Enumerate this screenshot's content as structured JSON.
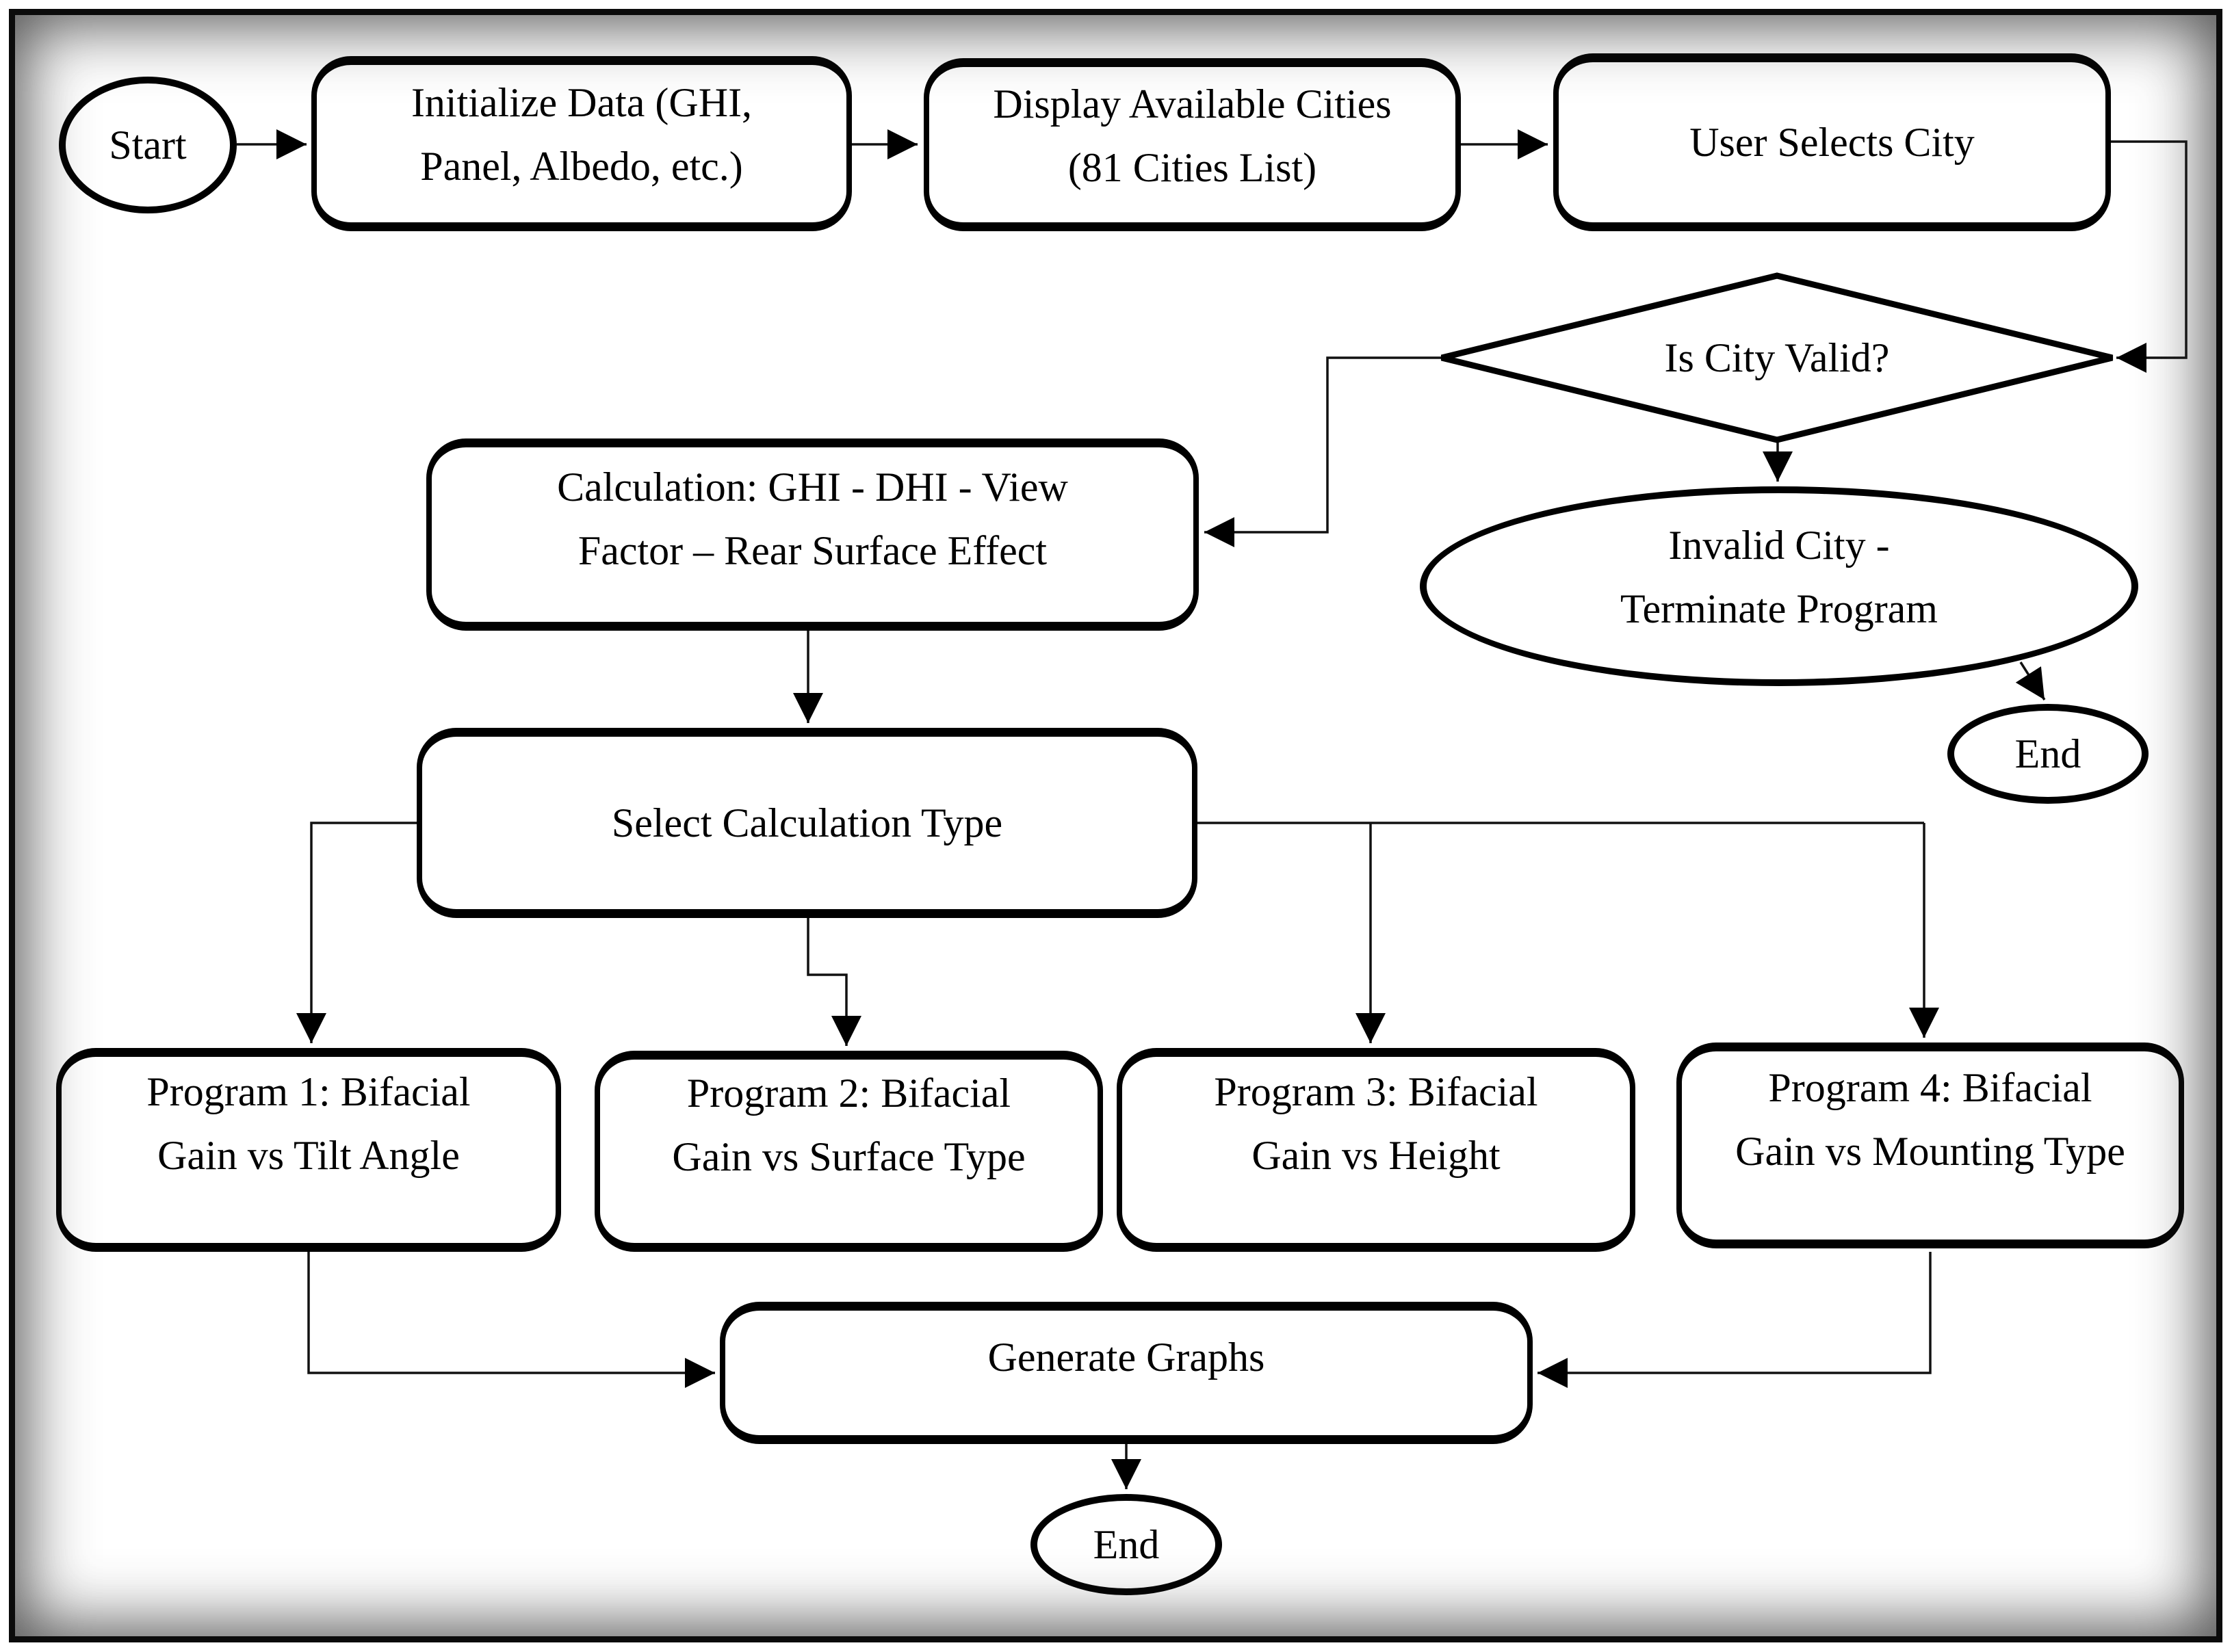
{
  "diagram_type": "flowchart",
  "colors": {
    "stroke": "#000000",
    "background": "#ffffff",
    "connector": "#111111"
  },
  "nodes": {
    "start": {
      "shape": "ellipse",
      "label": "Start"
    },
    "initialize": {
      "shape": "rounded-rect",
      "label": "Initialize Data (GHI,\nPanel, Albedo, etc.)"
    },
    "display": {
      "shape": "rounded-rect",
      "label": "Display Available Cities\n(81 Cities List)"
    },
    "select_city": {
      "shape": "rounded-rect",
      "label": "User Selects City"
    },
    "is_valid": {
      "shape": "diamond",
      "label": "Is City Valid?"
    },
    "calculation": {
      "shape": "rounded-rect",
      "label": "Calculation: GHI - DHI - View\nFactor – Rear Surface Effect"
    },
    "invalid": {
      "shape": "ellipse",
      "label": "Invalid City -\nTerminate Program"
    },
    "end_top": {
      "shape": "ellipse",
      "label": "End"
    },
    "select_type": {
      "shape": "rounded-rect",
      "label": "Select Calculation Type"
    },
    "program1": {
      "shape": "rounded-rect",
      "label": "Program 1: Bifacial\nGain vs Tilt Angle"
    },
    "program2": {
      "shape": "rounded-rect",
      "label": "Program 2: Bifacial\nGain vs Surface Type"
    },
    "program3": {
      "shape": "rounded-rect",
      "label": "Program 3: Bifacial\nGain vs Height"
    },
    "program4": {
      "shape": "rounded-rect",
      "label": "Program 4: Bifacial\nGain vs Mounting Type"
    },
    "generate": {
      "shape": "rounded-rect",
      "label": "Generate Graphs"
    },
    "end_bottom": {
      "shape": "ellipse",
      "label": "End"
    }
  },
  "edges": [
    {
      "from": "start",
      "to": "initialize"
    },
    {
      "from": "initialize",
      "to": "display"
    },
    {
      "from": "display",
      "to": "select_city"
    },
    {
      "from": "select_city",
      "to": "is_valid"
    },
    {
      "from": "is_valid",
      "to": "calculation"
    },
    {
      "from": "is_valid",
      "to": "invalid"
    },
    {
      "from": "invalid",
      "to": "end_top"
    },
    {
      "from": "calculation",
      "to": "select_type"
    },
    {
      "from": "select_type",
      "to": "program1"
    },
    {
      "from": "select_type",
      "to": "program2"
    },
    {
      "from": "select_type",
      "to": "program3"
    },
    {
      "from": "select_type",
      "to": "program4"
    },
    {
      "from": "program1",
      "to": "generate"
    },
    {
      "from": "program4",
      "to": "generate"
    },
    {
      "from": "generate",
      "to": "end_bottom"
    }
  ]
}
